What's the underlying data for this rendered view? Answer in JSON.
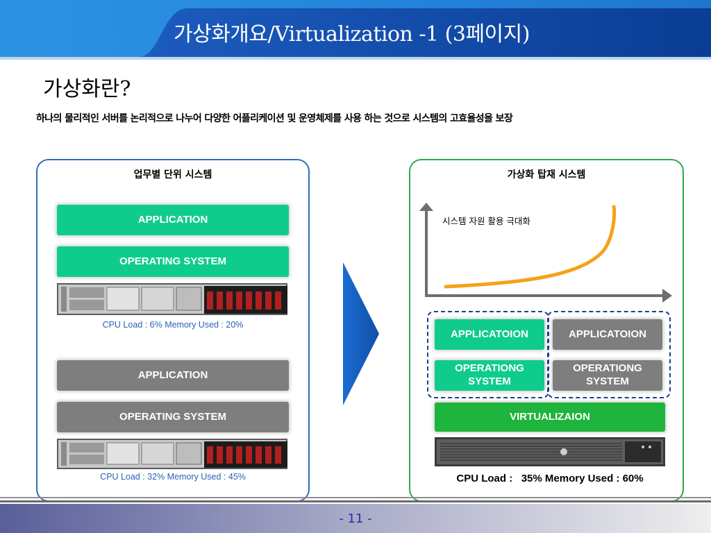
{
  "slide": {
    "title": "가상화개요/Virtualization -1 (3페이지)",
    "heading": "가상화란?",
    "description": "하나의 물리적인 서버를 논리적으로 나누어 다양한 어플리케이션 및 운영체제를 사용 하는 것으로 시스템의 고효율성을 보장",
    "page_number": "- 11 -"
  },
  "left_panel": {
    "title": "업무별 단위 시스템",
    "stack1": {
      "application": "APPLICATION",
      "os": "OPERATING SYSTEM",
      "cpu_memory": "CPU Load : 6% Memory Used : 20%"
    },
    "stack2": {
      "application": "APPLICATION",
      "os": "OPERATING SYSTEM",
      "cpu_memory": "CPU Load : 32% Memory Used : 45%"
    }
  },
  "right_panel": {
    "title": "가상화 탑재 시스템",
    "graph_label": "시스템 자원 활용 극대화",
    "vm1": {
      "application": "APPLICATOION",
      "os": "OPERATIONG SYSTEM"
    },
    "vm2": {
      "application": "APPLICATOION",
      "os": "OPERATIONG SYSTEM"
    },
    "virtualization": "VIRTUALIZAION",
    "cpu_memory": "CPU Load :   35% Memory Used : 60%"
  },
  "colors": {
    "header_blue": "#1565c0",
    "teal_block": "#0fcc8d",
    "gray_block": "#7e7e7e",
    "green_block": "#1fb43b",
    "left_panel_border": "#2e6fb5",
    "right_panel_border": "#2ea84e",
    "curve_orange": "#f5a11a"
  }
}
